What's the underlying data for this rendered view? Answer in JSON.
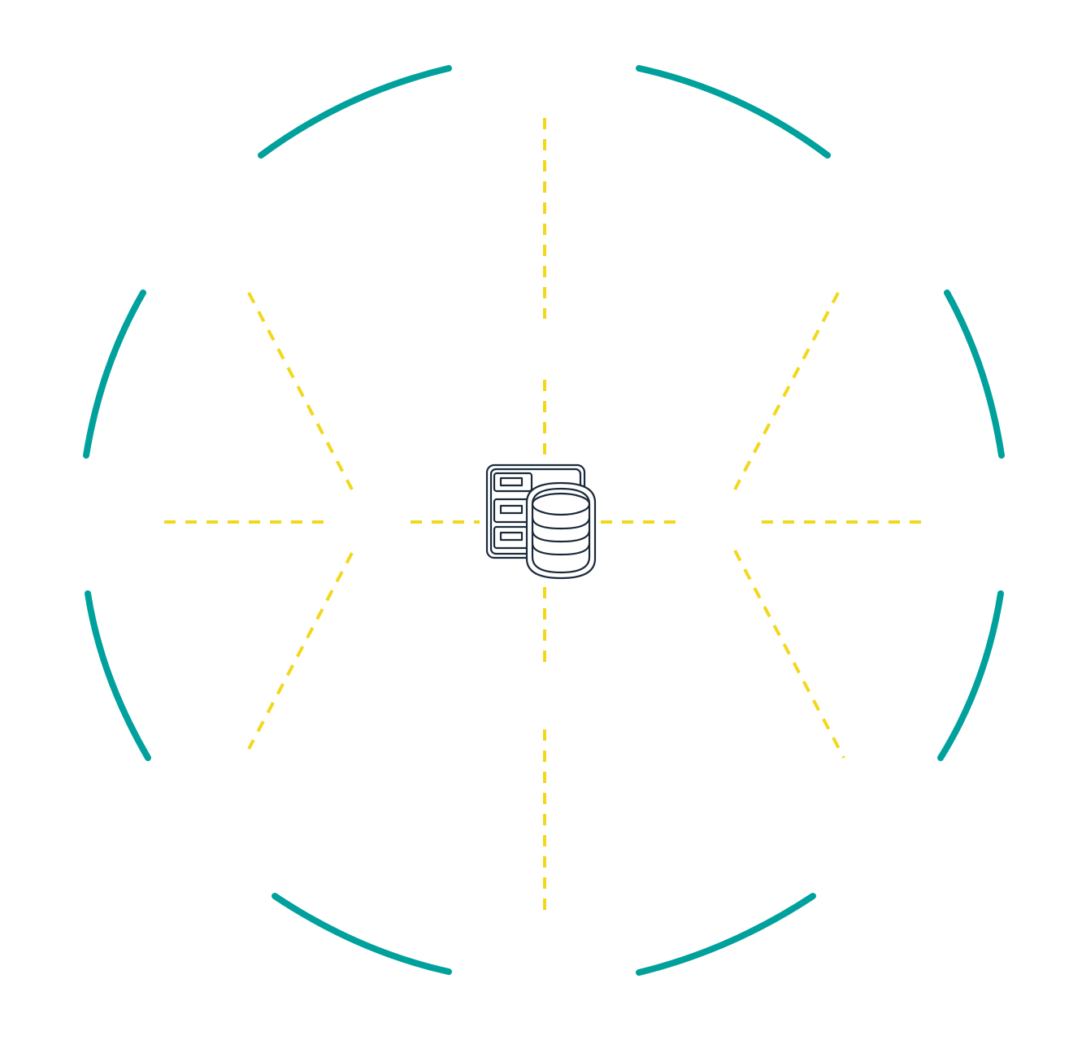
{
  "diagram": {
    "type": "hub-and-spoke",
    "center_icon": "database-server-icon",
    "ring": {
      "style": "segmented-circle",
      "segment_count": 8
    },
    "spokes": {
      "style": "dashed",
      "count": 10
    },
    "labels": []
  },
  "colors": {
    "ring": "#00a19d",
    "spokes": "#f2d81c",
    "icon_outline": "#1b2a3a",
    "background": "#ffffff"
  }
}
